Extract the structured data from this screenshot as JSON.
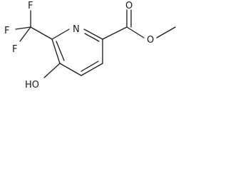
{
  "molecule": {
    "atoms": {
      "f_top": "F",
      "f_left": "F",
      "f_bottom": "F",
      "n_ring": "N",
      "o_carbonyl": "O",
      "o_ester": "O",
      "hydroxyl": "HO"
    }
  }
}
